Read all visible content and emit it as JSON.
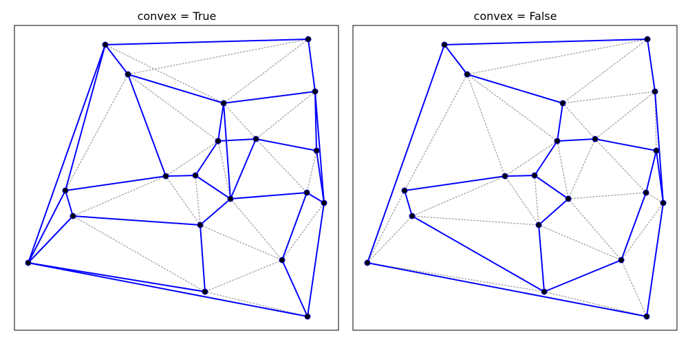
{
  "colors": {
    "edge_solid": "#0000ff",
    "edge_dotted": "#aaaaaa",
    "node_fill": "#000000",
    "node_stroke": "#0000cc",
    "frame": "#000000",
    "background": "#ffffff"
  },
  "panels": [
    {
      "title": "convex = True",
      "points": [
        [
          153,
          65
        ],
        [
          448,
          57
        ],
        [
          186,
          108
        ],
        [
          458,
          133
        ],
        [
          325,
          150
        ],
        [
          372,
          202
        ],
        [
          317,
          205
        ],
        [
          460,
          219
        ],
        [
          241,
          256
        ],
        [
          284,
          255
        ],
        [
          95,
          277
        ],
        [
          446,
          280
        ],
        [
          335,
          289
        ],
        [
          471,
          295
        ],
        [
          106,
          314
        ],
        [
          291,
          327
        ],
        [
          41,
          382
        ],
        [
          410,
          378
        ],
        [
          298,
          424
        ],
        [
          447,
          460
        ]
      ],
      "solid_edges": [
        [
          0,
          1
        ],
        [
          0,
          2
        ],
        [
          0,
          10
        ],
        [
          0,
          16
        ],
        [
          1,
          3
        ],
        [
          3,
          7
        ],
        [
          3,
          13
        ],
        [
          2,
          4
        ],
        [
          2,
          8
        ],
        [
          4,
          3
        ],
        [
          4,
          6
        ],
        [
          4,
          12
        ],
        [
          6,
          5
        ],
        [
          5,
          7
        ],
        [
          5,
          12
        ],
        [
          6,
          9
        ],
        [
          8,
          9
        ],
        [
          8,
          10
        ],
        [
          9,
          12
        ],
        [
          10,
          14
        ],
        [
          10,
          16
        ],
        [
          12,
          11
        ],
        [
          12,
          15
        ],
        [
          11,
          13
        ],
        [
          11,
          17
        ],
        [
          7,
          13
        ],
        [
          13,
          19
        ],
        [
          14,
          15
        ],
        [
          14,
          16
        ],
        [
          15,
          18
        ],
        [
          16,
          18
        ],
        [
          16,
          19
        ],
        [
          17,
          19
        ]
      ],
      "dotted_edges": [
        [
          0,
          4
        ],
        [
          1,
          2
        ],
        [
          1,
          4
        ],
        [
          1,
          3
        ],
        [
          2,
          6
        ],
        [
          2,
          10
        ],
        [
          4,
          5
        ],
        [
          3,
          5
        ],
        [
          6,
          8
        ],
        [
          6,
          12
        ],
        [
          5,
          11
        ],
        [
          7,
          11
        ],
        [
          8,
          14
        ],
        [
          8,
          15
        ],
        [
          9,
          15
        ],
        [
          12,
          17
        ],
        [
          15,
          17
        ],
        [
          17,
          18
        ],
        [
          17,
          13
        ],
        [
          11,
          13
        ],
        [
          14,
          18
        ],
        [
          15,
          18
        ],
        [
          18,
          19
        ],
        [
          10,
          14
        ],
        [
          14,
          16
        ],
        [
          13,
          19
        ]
      ]
    },
    {
      "title": "convex = False",
      "points": [
        [
          646,
          65
        ],
        [
          941,
          57
        ],
        [
          679,
          108
        ],
        [
          952,
          133
        ],
        [
          818,
          150
        ],
        [
          865,
          202
        ],
        [
          810,
          205
        ],
        [
          954,
          219
        ],
        [
          734,
          256
        ],
        [
          777,
          255
        ],
        [
          588,
          277
        ],
        [
          939,
          280
        ],
        [
          826,
          289
        ],
        [
          964,
          295
        ],
        [
          599,
          314
        ],
        [
          783,
          327
        ],
        [
          534,
          382
        ],
        [
          903,
          378
        ],
        [
          791,
          424
        ],
        [
          940,
          460
        ]
      ],
      "solid_edges": [
        [
          0,
          1
        ],
        [
          0,
          2
        ],
        [
          0,
          16
        ],
        [
          1,
          3
        ],
        [
          3,
          13
        ],
        [
          2,
          4
        ],
        [
          4,
          6
        ],
        [
          6,
          5
        ],
        [
          5,
          7
        ],
        [
          6,
          9
        ],
        [
          8,
          9
        ],
        [
          8,
          10
        ],
        [
          9,
          12
        ],
        [
          10,
          14
        ],
        [
          14,
          18
        ],
        [
          7,
          11
        ],
        [
          7,
          13
        ],
        [
          11,
          17
        ],
        [
          15,
          18
        ],
        [
          15,
          12
        ],
        [
          18,
          17
        ],
        [
          13,
          19
        ],
        [
          16,
          19
        ]
      ],
      "dotted_edges": [
        [
          1,
          2
        ],
        [
          1,
          4
        ],
        [
          1,
          3
        ],
        [
          2,
          8
        ],
        [
          2,
          6
        ],
        [
          2,
          10
        ],
        [
          3,
          4
        ],
        [
          3,
          5
        ],
        [
          3,
          7
        ],
        [
          4,
          5
        ],
        [
          5,
          12
        ],
        [
          5,
          11
        ],
        [
          6,
          8
        ],
        [
          6,
          12
        ],
        [
          8,
          14
        ],
        [
          8,
          15
        ],
        [
          9,
          15
        ],
        [
          10,
          16
        ],
        [
          14,
          16
        ],
        [
          14,
          15
        ],
        [
          15,
          17
        ],
        [
          12,
          17
        ],
        [
          12,
          11
        ],
        [
          11,
          13
        ],
        [
          17,
          13
        ],
        [
          17,
          19
        ],
        [
          18,
          19
        ],
        [
          16,
          18
        ]
      ]
    }
  ]
}
